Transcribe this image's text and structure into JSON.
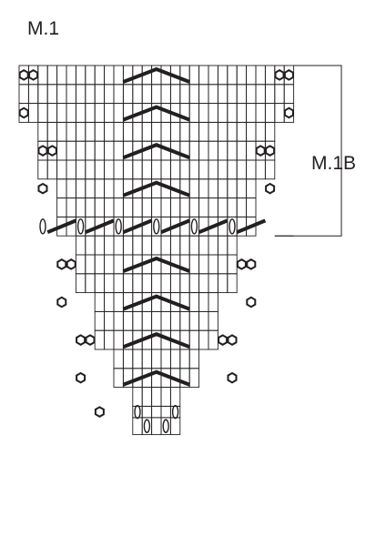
{
  "chart_title": "M.1",
  "section_label": "M.1B",
  "colors": {
    "ink": "#231f20",
    "background": "#ffffff"
  },
  "symbols": {
    "hexagon": "hexagon-symbol",
    "oval": "oval-symbol",
    "cable": "cable-symbol"
  }
}
